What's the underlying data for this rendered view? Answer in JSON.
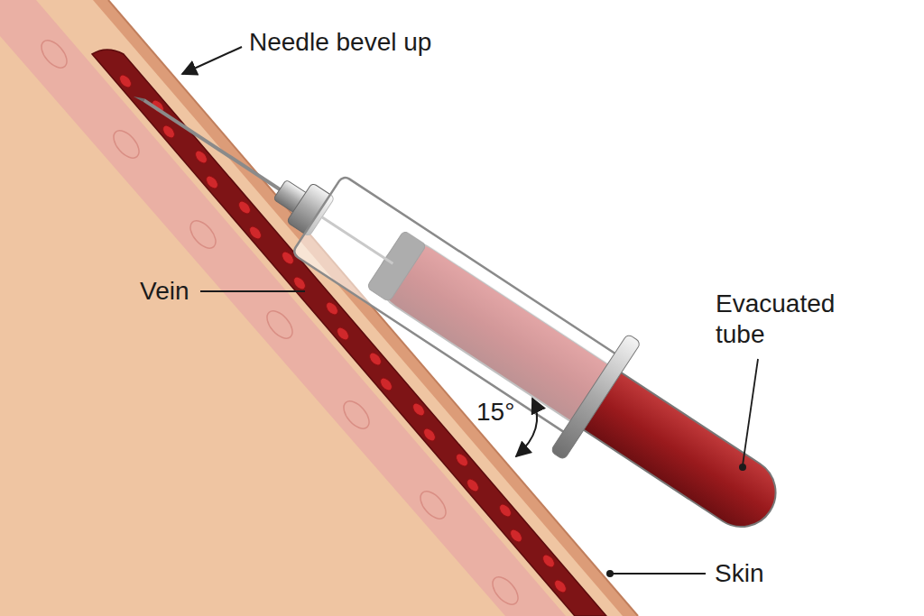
{
  "diagram": {
    "labels": [
      "Needle bevel up",
      "Vein",
      "15°",
      "Evacuated tube",
      "Skin"
    ]
  }
}
